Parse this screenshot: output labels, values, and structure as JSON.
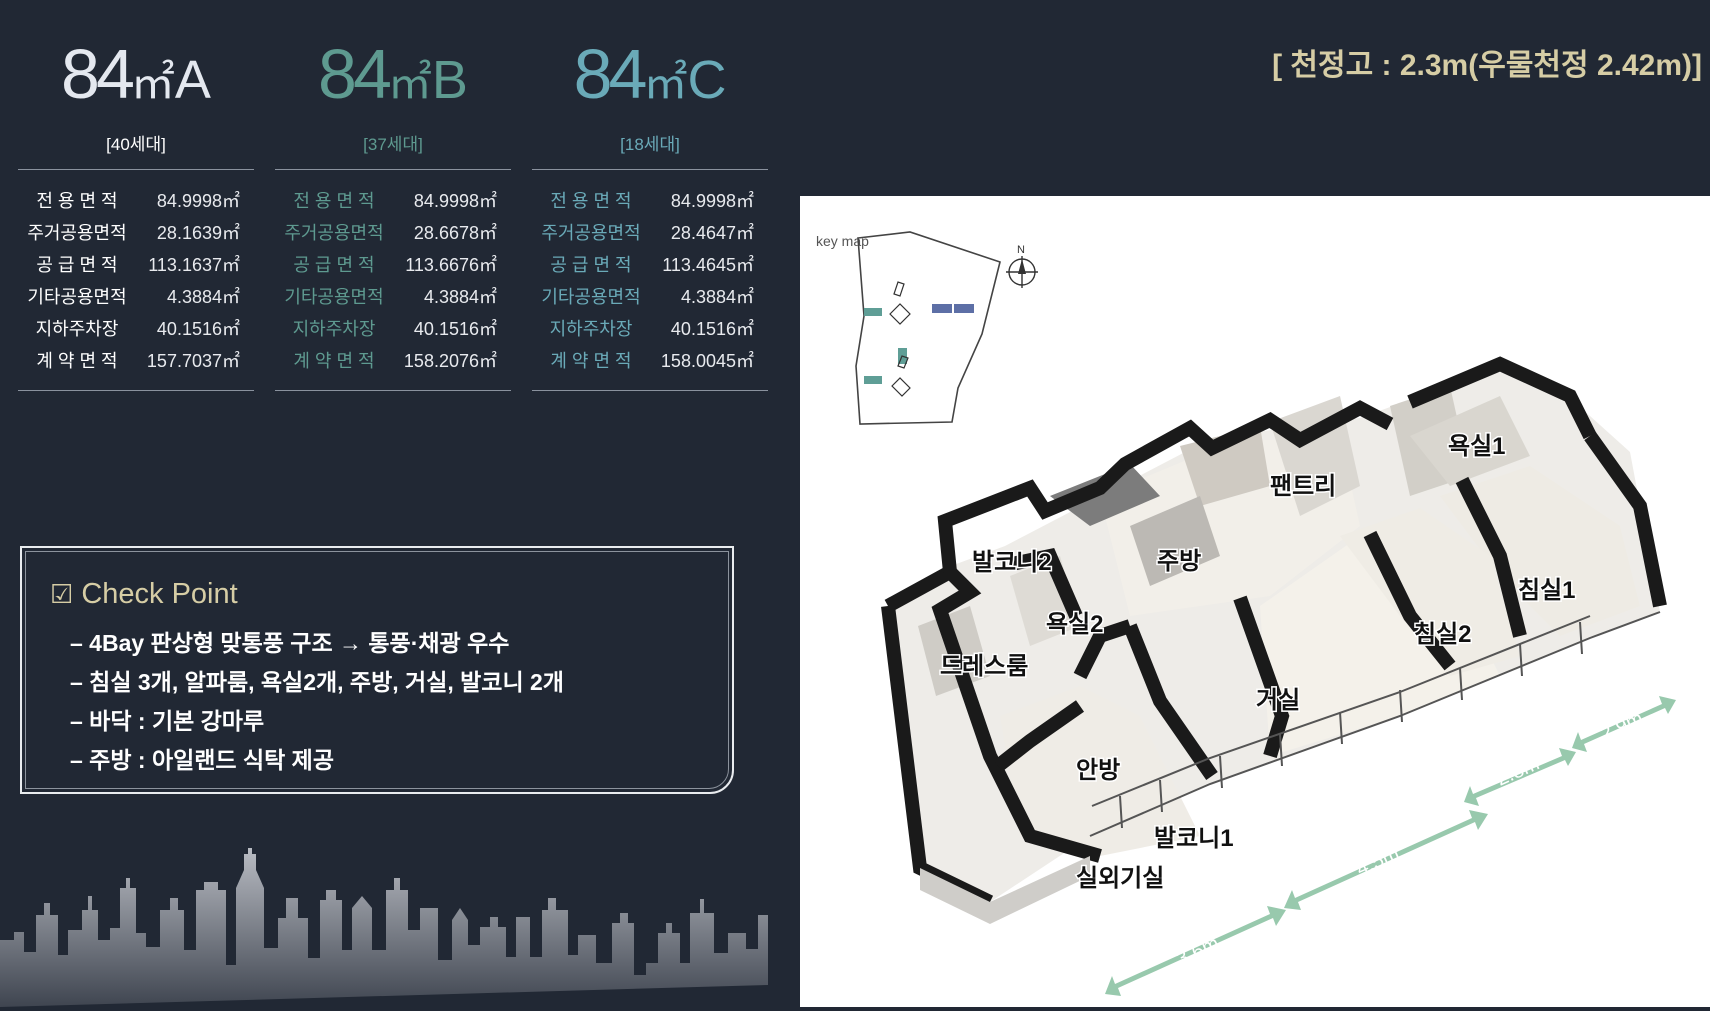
{
  "types": [
    {
      "id": "a",
      "num": "84",
      "unit": "㎡",
      "letter": "A",
      "households": "[40세대]",
      "title_color": "#e4e8ef",
      "label_color": "#ffffff",
      "hh_color": "#ffffff",
      "rows": [
        {
          "label": "전 용 면 적",
          "value": "84.9998㎡"
        },
        {
          "label": "주거공용면적",
          "value": "28.1639㎡"
        },
        {
          "label": "공 급 면 적",
          "value": "113.1637㎡"
        },
        {
          "label": "기타공용면적",
          "value": "4.3884㎡"
        },
        {
          "label": "지하주차장",
          "value": "40.1516㎡"
        },
        {
          "label": "계 약 면 적",
          "value": "157.7037㎡"
        }
      ]
    },
    {
      "id": "b",
      "num": "84",
      "unit": "㎡",
      "letter": "B",
      "households": "[37세대]",
      "title_color": "#5e9a90",
      "label_color": "#5e9a90",
      "hh_color": "#5e9a90",
      "rows": [
        {
          "label": "전 용 면 적",
          "value": "84.9998㎡"
        },
        {
          "label": "주거공용면적",
          "value": "28.6678㎡"
        },
        {
          "label": "공 급 면 적",
          "value": "113.6676㎡"
        },
        {
          "label": "기타공용면적",
          "value": "4.3884㎡"
        },
        {
          "label": "지하주차장",
          "value": "40.1516㎡"
        },
        {
          "label": "계 약 면 적",
          "value": "158.2076㎡"
        }
      ]
    },
    {
      "id": "c",
      "num": "84",
      "unit": "㎡",
      "letter": "C",
      "households": "[18세대]",
      "title_color": "#6aaab8",
      "label_color": "#6aaab8",
      "hh_color": "#6aaab8",
      "rows": [
        {
          "label": "전 용 면 적",
          "value": "84.9998㎡"
        },
        {
          "label": "주거공용면적",
          "value": "28.4647㎡"
        },
        {
          "label": "공 급 면 적",
          "value": "113.4645㎡"
        },
        {
          "label": "기타공용면적",
          "value": "4.3884㎡"
        },
        {
          "label": "지하주차장",
          "value": "40.1516㎡"
        },
        {
          "label": "계 약 면 적",
          "value": "158.0045㎡"
        }
      ]
    }
  ],
  "ceiling": "[ 천정고 : 2.3m(우물천정 2.42m)]",
  "checkpoint": {
    "box": "☑",
    "title": "Check Point",
    "items": [
      "– 4Bay 판상형 맞통풍 구조 → 통풍·채광 우수",
      "– 침실 3개, 알파룸, 욕실2개, 주방, 거실, 발코니 2개",
      "– 바닥 : 기본 강마루",
      "– 주방 : 아일랜드 식탁 제공"
    ]
  },
  "keymap": {
    "label": "key map",
    "north": "N"
  },
  "rooms": {
    "bath1": "욕실1",
    "pantry": "팬트리",
    "balcony2": "발코니2",
    "kitchen": "주방",
    "bed1": "침실1",
    "bath2": "욕실2",
    "bed2": "침실2",
    "dress": "드레스룸",
    "living": "거실",
    "master": "안방",
    "balcony1": "발코니1",
    "outdoor": "실외기실"
  },
  "dimensions": {
    "d1": "3.6m",
    "d2": "4.5m",
    "d3": "2.8m",
    "d4": "2.9m"
  }
}
